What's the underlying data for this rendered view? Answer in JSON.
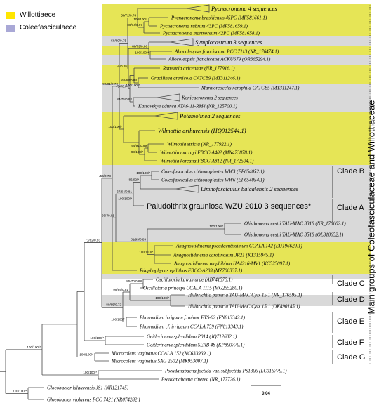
{
  "legend": {
    "items": [
      {
        "label": "Willottiaece",
        "color": "#FFE600"
      },
      {
        "label": "Coleefasciculaece",
        "color": "#A9A8D6"
      }
    ]
  },
  "colors": {
    "yellow_band": "#E6E556",
    "gray_band": "#D9D9D9",
    "branch": "#444444"
  },
  "taxa": [
    "Pycnacronema 4 sequences",
    "Pycnacronema brasiliensis 45PC (MF581661.1)",
    "Pycnacronema rubrum 43PC (MF581659.1)",
    "Pycnacronema marmoreum 42PC (MF581658.1)",
    "Symplocastrum 3 sequences",
    "Allocoleopsis franciscana PCC 7113 (NR_176474.1)",
    "Allocoleopsis franciscana ACKU679 (OR365294.1)",
    "Ramsaria avicennae (NR_177916.1)",
    "Gracilinea arenicola CATCB9 (MT311246.1)",
    "Marmoreocelis xerophila CATCB5 (MT311247.1)",
    "Konicacronema 2 sequences",
    "Kastovskya adunca ATA6-11-RM4 (NR_125700.1)",
    "Potamolinea 2 sequences",
    "Wilmottia arthurensis (HQ012544.1)",
    "Wilmottia stricta (NR_177922.1)",
    "Wilmottia murrayi FBCC-A402 (MN473878.1)",
    "Wilmottia koreana FBCC-A812 (NR_172594.1)",
    "Coleofasciculus chthonoplastes WW3 (EF654052.1)",
    "Coleofasciculus chthonoplastes WW6 (EF654054.1)",
    "Limnofasciculus baicalensis 2 sequences",
    "Paludolthrix graunlosa WZU 2010 3 sequences*",
    "Olisthonema eestii TAU-MAC 3318 (NR_176602.1)",
    "Olisthonema eestii TAU-MAC 3518 (OL310652.1)",
    "Anagnostidinema pseudacutissimum CCALA 142 (EU196629.1)",
    "Anagnostidinema carotinosum JR21 (KT315945.1)",
    "Anagnostidinema amphibium HA4216-MV1 (KC525097.1)",
    "Edaphophycus epilithus FBCC-A203 (MZ700337.1)",
    "Oscillatoria kawamurae (AB741575.1)",
    "Oscillatoria princeps CCALA 1115 (MG255280.1)",
    "Hillbrichtia pamiria TAU-MAC Cylx 15.1 (NR_176595.1)",
    "Hillbrichtia pamiria TAU-MAC Cylx 15.1 (OK490145.1)",
    "Phormidium irriguum f. minor ETS-02 (FN813342.1)",
    "Phormidium cf. irriguum CCALA 759 (FN813343.1)",
    "Geitlerinema splendidum P014 (JQ712602.1)",
    "Geitlerinema splendidum SERB 48 (KP890770.1)",
    "Microcoleus vaginatus CCALA 152 (KC633969.1)",
    "Microcoleus vaginatus SAG 2502 (MK953007.1)",
    "Pseudanabaena foetida var. subfoetida PS1306 (LC016779.1)",
    "Pseudanabaena cinerea (NR_177726.1)",
    "Gloeobacter kilaueensis JS1 (NR121745)",
    "Gloeobacter violaceus PCC 7421 (NR074282 )"
  ],
  "support_values": [
    "58/72/0.74",
    "86/74/0.97",
    "100/100/*",
    "58/69/0.75",
    "-/-/0.65",
    "100/100/*",
    "88/79/0.86",
    "-/54/0.64",
    "66/63/0.84",
    "100/100/*",
    "84/75/0.92",
    "100/100/*",
    "92/81/0.72",
    "94/97/0.99",
    "98/100/*",
    "100/100/*",
    "86/92/*",
    "67/64/0.81",
    "100/100/*",
    "56/-/0.81",
    "100/100/*",
    "81/99/0.89",
    "100/100/*",
    "-/56/0.78",
    "71/82/0.93",
    "99/89/0.81",
    "85/70/0.88",
    "100/100/*",
    "80/85/0.72",
    "100/100/*",
    "100/100/*",
    "100/100/*",
    "100/100/*",
    "100/100/*",
    "100/100/*"
  ],
  "clades": [
    "Clade B",
    "Clade A",
    "Clade C",
    "Clade D",
    "Clade E",
    "Clade F",
    "Clade G"
  ],
  "vertical_title": "Main groups of Coleofasciculaceae and Willottiaceae",
  "scale_bar_label": "0.04"
}
